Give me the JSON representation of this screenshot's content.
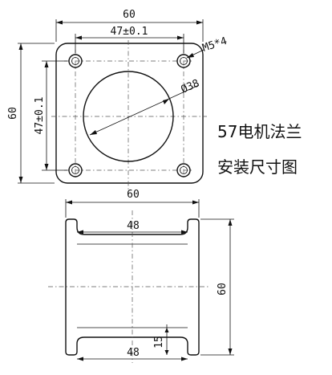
{
  "top_view": {
    "width_label": "60",
    "hole_spacing_x_label": "47±0.1",
    "height_label": "60",
    "hole_spacing_y_label": "47±0.1",
    "hole_label": "M5*4",
    "bore_label": "Ø38"
  },
  "title": {
    "line1": "57电机法兰",
    "line2": "安装尺寸图"
  },
  "side_view": {
    "width_label": "60",
    "inner_top_label": "48",
    "inner_bottom_label": "48",
    "height_label": "60",
    "foot_label": "15"
  }
}
